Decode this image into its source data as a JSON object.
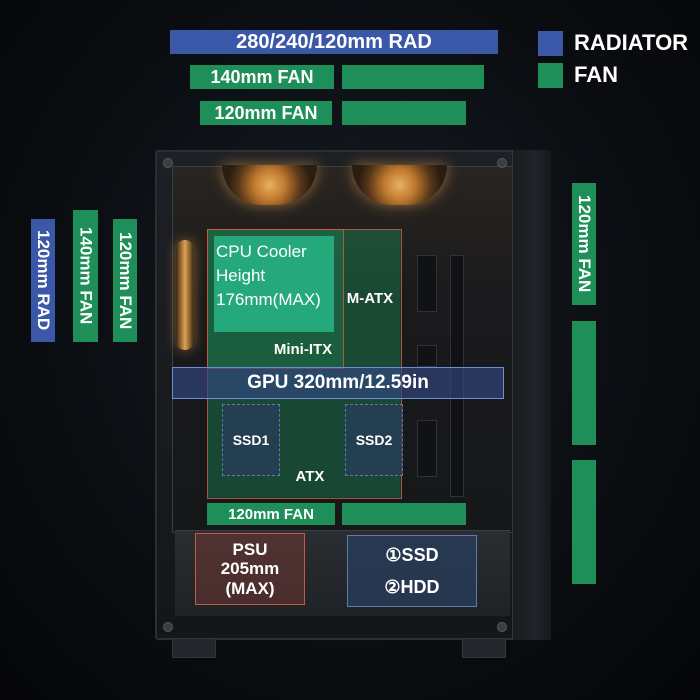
{
  "legend": {
    "radiator_label": "RADIATOR",
    "fan_label": "FAN",
    "radiator_color": "#3b58a8",
    "fan_color": "#1e8f58"
  },
  "top": {
    "rad_label": "280/240/120mm RAD",
    "fan140_label": "140mm FAN",
    "fan120_label": "120mm FAN"
  },
  "left": {
    "rad_label": "120mm RAD",
    "fan140_label": "140mm FAN",
    "fan120_label": "120mm FAN"
  },
  "right": {
    "fan120_label": "120mm FAN"
  },
  "interior": {
    "cooler_label": "CPU Cooler Height 176mm(MAX)",
    "matx_label": "M-ATX",
    "miniitx_label": "Mini-ITX",
    "gpu_label": "GPU 320mm/12.59in",
    "ssd1_label": "SSD1",
    "ssd2_label": "SSD2",
    "atx_label": "ATX",
    "bottom_fan_label": "120mm FAN",
    "psu_label": "PSU 205mm (MAX)",
    "ssd_label": "①SSD",
    "hdd_label": "②HDD"
  }
}
